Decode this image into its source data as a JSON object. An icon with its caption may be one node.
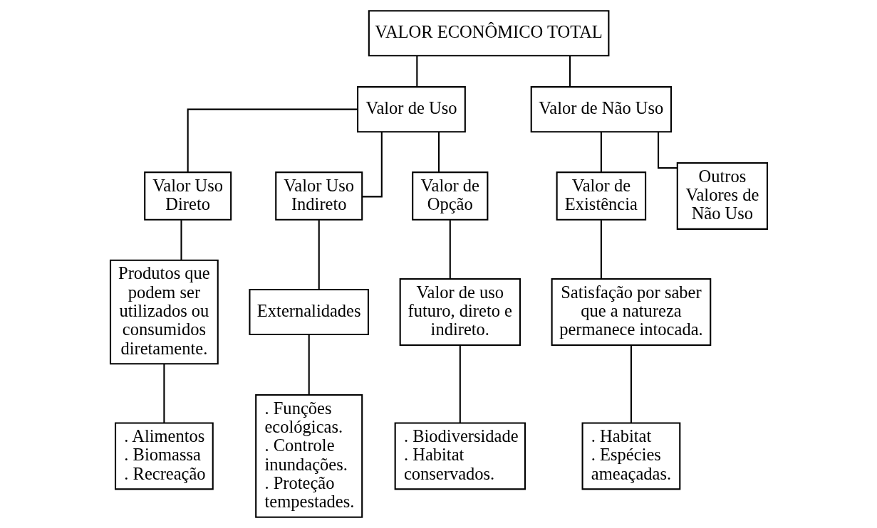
{
  "diagram": {
    "nodes": [
      {
        "text": [
          "VALOR ECONÔMICO TOTAL"
        ]
      },
      {
        "text": [
          "Valor de Uso"
        ]
      },
      {
        "text": [
          "Valor de Não Uso"
        ]
      },
      {
        "text": [
          "Valor Uso Direto"
        ]
      },
      {
        "text": [
          "Valor Uso Indireto"
        ]
      },
      {
        "text": [
          "Valor de Opção"
        ]
      },
      {
        "text": [
          "Valor de Existência"
        ]
      },
      {
        "text": [
          "Outros Valores de Não Uso"
        ]
      },
      {
        "text": [
          "Produtos que podem ser utilizados ou consumidos diretamente."
        ]
      },
      {
        "text": [
          "Externalidades"
        ]
      },
      {
        "text": [
          "Valor de uso futuro, direto e indireto."
        ]
      },
      {
        "text": [
          "Satisfação por saber que a natureza permanece intocada."
        ]
      },
      {
        "text": [
          ". Alimentos",
          ". Biomassa",
          ". Recreação"
        ]
      },
      {
        "text": [
          ". Funções ecológicas.",
          ". Controle inundações.",
          ". Proteção tempestades."
        ]
      },
      {
        "text": [
          ". Biodiversidade",
          ". Habitat conservados."
        ]
      },
      {
        "text": [
          ". Habitat",
          ". Espécies ameaçadas."
        ]
      }
    ],
    "edges": [
      {
        "from": 0,
        "to": 1,
        "arrow": "none"
      },
      {
        "from": 0,
        "to": 2,
        "arrow": "none"
      },
      {
        "from": 1,
        "to": 3,
        "arrow": "none"
      },
      {
        "from": 1,
        "to": 4,
        "arrow": "none"
      },
      {
        "from": 1,
        "to": 5,
        "arrow": "none"
      },
      {
        "from": 2,
        "to": 6,
        "arrow": "none"
      },
      {
        "from": 2,
        "to": 7,
        "arrow": "none"
      },
      {
        "from": 3,
        "to": 8,
        "arrow": "none"
      },
      {
        "from": 4,
        "to": 9,
        "arrow": "none"
      },
      {
        "from": 5,
        "to": 10,
        "arrow": "none"
      },
      {
        "from": 6,
        "to": 11,
        "arrow": "none"
      },
      {
        "from": 8,
        "to": 12,
        "arrow": "none"
      },
      {
        "from": 9,
        "to": 13,
        "arrow": "none"
      },
      {
        "from": 10,
        "to": 14,
        "arrow": "none"
      },
      {
        "from": 11,
        "to": 15,
        "arrow": "none"
      }
    ]
  }
}
